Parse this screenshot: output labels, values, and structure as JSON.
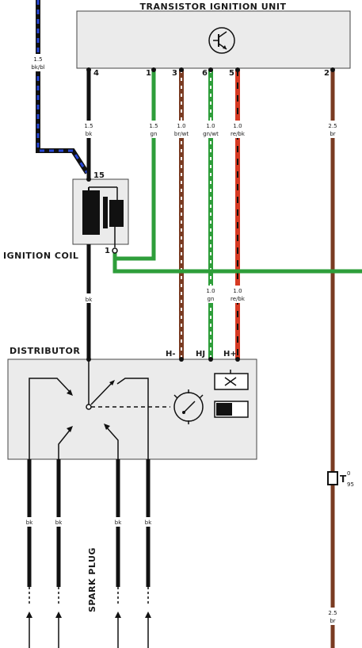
{
  "title": "TRANSISTOR IGNITION UNIT",
  "components": {
    "ignition_coil": "IGNITION COIL",
    "distributor": "DISTRIBUTOR",
    "spark_plug": "SPARK PLUG"
  },
  "pins": {
    "unit": [
      "4",
      "1",
      "3",
      "6",
      "5",
      "2"
    ],
    "coil_15": "15",
    "coil_1": "1",
    "hminus": "H-",
    "hj": "HJ",
    "hplus": "H+"
  },
  "wire_labels": {
    "top_left": {
      "size": "1.5",
      "color": "bk/bl"
    },
    "w4": {
      "size": "1.5",
      "color": "bk"
    },
    "w1": {
      "size": "1.5",
      "color": "gn"
    },
    "w3": {
      "size": "1.0",
      "color": "br/wt"
    },
    "w6": {
      "size": "1.0",
      "color": "gn/wt"
    },
    "w5": {
      "size": "1.0",
      "color": "re/bk"
    },
    "w2": {
      "size": "2.5",
      "color": "br"
    },
    "coil_out": {
      "color": "bk"
    },
    "hj_mid": {
      "size": "1.0",
      "color": "gn"
    },
    "hplus_mid": {
      "size": "1.0",
      "color": "re/bk"
    },
    "plugs": [
      "bk",
      "bk",
      "bk",
      "bk"
    ],
    "bottom_right": {
      "size": "2.5",
      "color": "br"
    }
  },
  "connector": {
    "label": "T",
    "sup": "0",
    "sub": "95"
  },
  "colors": {
    "black": "#111111",
    "blue": "#2747d6",
    "green": "#2e9e3a",
    "brown": "#7a3b22",
    "red": "#d63a23",
    "white": "#ffffff",
    "box_fill": "#ebebeb"
  }
}
